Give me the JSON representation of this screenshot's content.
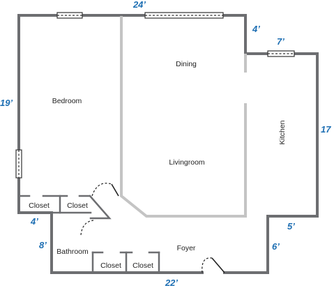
{
  "colors": {
    "wall": "#6d6e71",
    "interior_partition": "#c4c4c4",
    "dimension_text": "#1e6fb3",
    "label_text": "#222222"
  },
  "rooms": {
    "bedroom": "Bedroom",
    "dining": "Dining",
    "livingroom": "Livingroom",
    "kitchen": "Kitchen",
    "closet_1": "Closet",
    "closet_2": "Closet",
    "bathroom": "Bathroom",
    "closet_3": "Closet",
    "closet_4": "Closet",
    "foyer": "Foyer"
  },
  "dimensions": {
    "top_width": "24’",
    "left_height": "19’",
    "step_upper": "4’",
    "kitchen_window": "7’",
    "right_height": "17",
    "step_left": "4’",
    "bathroom_height": "8’",
    "step_right": "5’",
    "foyer_height": "6’",
    "bottom_width": "22’"
  },
  "icons": {
    "window": "window-icon",
    "door": "door-swing-icon"
  }
}
